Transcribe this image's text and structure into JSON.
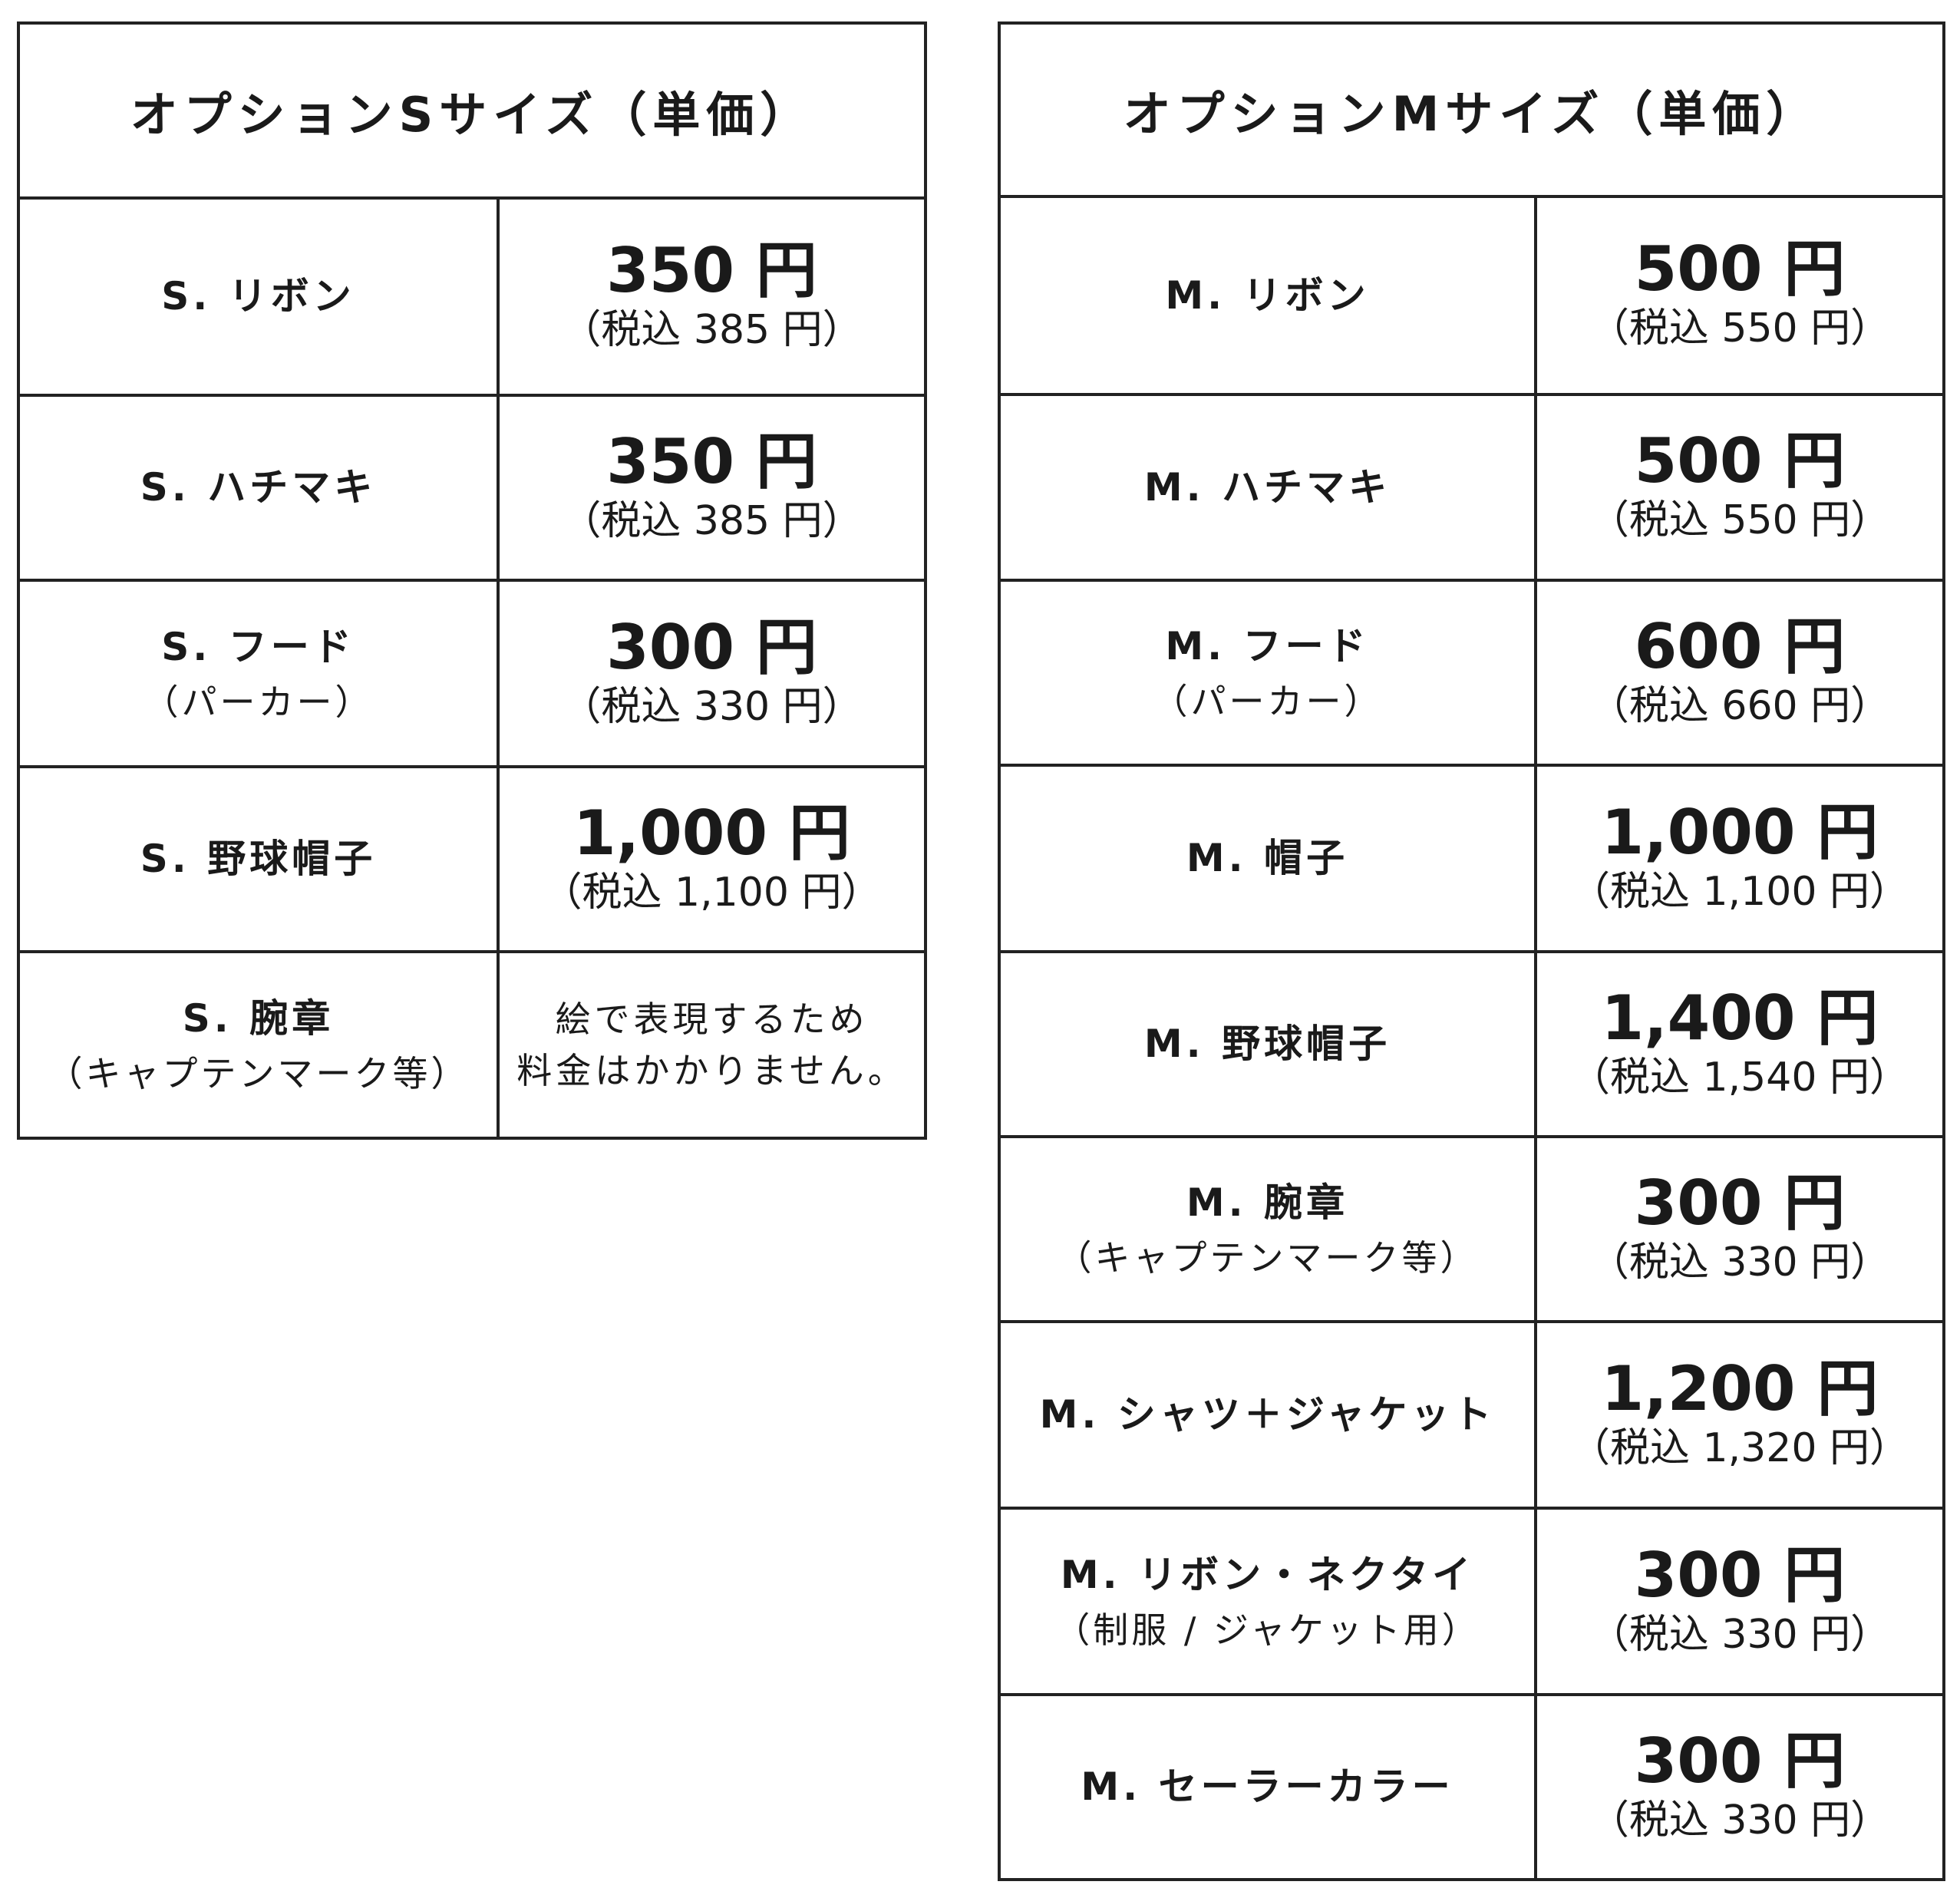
{
  "s_table": {
    "title": "オプションSサイズ（単価）",
    "rows": [
      {
        "label": "S. リボン",
        "sub": "",
        "price": "350 円",
        "tax": "（税込 385 円）"
      },
      {
        "label": "S. ハチマキ",
        "sub": "",
        "price": "350 円",
        "tax": "（税込 385 円）"
      },
      {
        "label": "S. フード",
        "sub": "（パーカー）",
        "price": "300 円",
        "tax": "（税込 330 円）"
      },
      {
        "label": "S. 野球帽子",
        "sub": "",
        "price": "1,000 円",
        "tax": "（税込 1,100 円）"
      },
      {
        "label": "S. 腕章",
        "sub": "（キャプテンマーク等）",
        "note1": "絵で表現するため",
        "note2": "料金はかかりません。"
      }
    ]
  },
  "m_table": {
    "title": "オプションMサイズ（単価）",
    "rows": [
      {
        "label": "M. リボン",
        "sub": "",
        "price": "500 円",
        "tax": "（税込 550 円）"
      },
      {
        "label": "M. ハチマキ",
        "sub": "",
        "price": "500 円",
        "tax": "（税込 550 円）"
      },
      {
        "label": "M. フード",
        "sub": "（パーカー）",
        "price": "600 円",
        "tax": "（税込 660 円）"
      },
      {
        "label": "M. 帽子",
        "sub": "",
        "price": "1,000 円",
        "tax": "（税込 1,100 円）"
      },
      {
        "label": "M. 野球帽子",
        "sub": "",
        "price": "1,400 円",
        "tax": "（税込 1,540 円）"
      },
      {
        "label": "M. 腕章",
        "sub": "（キャプテンマーク等）",
        "price": "300 円",
        "tax": "（税込 330 円）"
      },
      {
        "label": "M. シャツ＋ジャケット",
        "sub": "",
        "price": "1,200 円",
        "tax": "（税込 1,320 円）"
      },
      {
        "label": "M. リボン・ネクタイ",
        "sub": "（制服 / ジャケット用）",
        "price": "300 円",
        "tax": "（税込 330 円）"
      },
      {
        "label": "M. セーラーカラー",
        "sub": "",
        "price": "300 円",
        "tax": "（税込 330 円）"
      }
    ]
  }
}
